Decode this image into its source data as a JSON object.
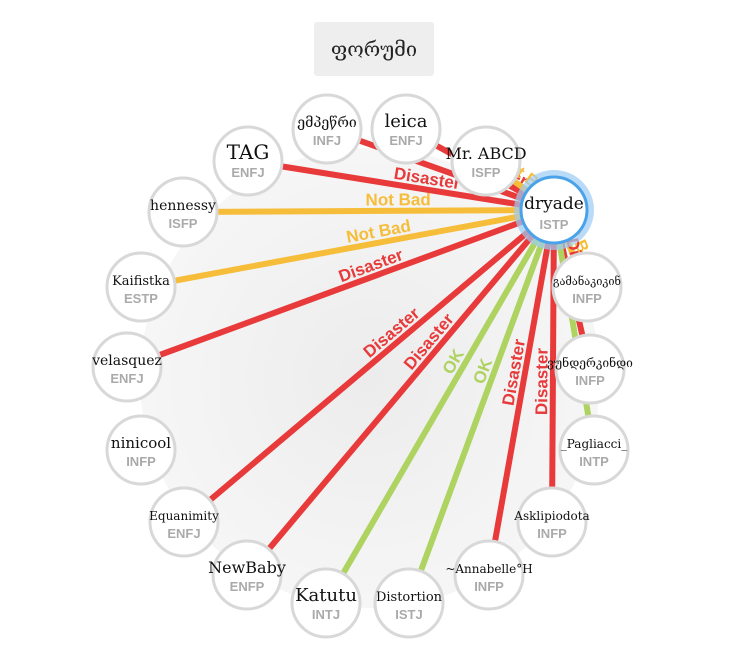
{
  "title": "ფორუმი",
  "center": {
    "name": "dryade",
    "type": "ISTP"
  },
  "colors": {
    "Disaster": "#e83a3a",
    "Not Bad": "#f6bd3a",
    "OK": "#aed361",
    "node_border": "#d8d8d8",
    "center_border": "#4aa3ea"
  },
  "nodes": [
    {
      "name": "ემპეწრი",
      "type": "INFJ"
    },
    {
      "name": "leica",
      "type": "ENFJ"
    },
    {
      "name": "Mr. ABCD",
      "type": "ISFP"
    },
    {
      "name": "გამანაკიკინ",
      "type": "INFP"
    },
    {
      "name": "ვუნდერკინდი",
      "type": "INFP"
    },
    {
      "name": "_Pagliacci_",
      "type": "INTP"
    },
    {
      "name": "Asklipiodota",
      "type": "INFP"
    },
    {
      "name": "~Annabelle°H",
      "type": "INFP"
    },
    {
      "name": "Distortion",
      "type": "ISTJ"
    },
    {
      "name": "Katutu",
      "type": "INTJ"
    },
    {
      "name": "NewBaby",
      "type": "ENFP"
    },
    {
      "name": "Equanimity",
      "type": "ENFJ"
    },
    {
      "name": "ninicool",
      "type": "INFP"
    },
    {
      "name": "velasquez",
      "type": "ENFJ"
    },
    {
      "name": "Kaifistka",
      "type": "ESTP"
    },
    {
      "name": "hennessy",
      "type": "ISFP"
    },
    {
      "name": "TAG",
      "type": "ENFJ"
    }
  ],
  "edges": [
    {
      "to": "ემპეწრი",
      "label": "Disaster"
    },
    {
      "to": "leica",
      "label": "Disaster"
    },
    {
      "to": "Mr. ABCD",
      "label": "Not Bad"
    },
    {
      "to": "გამანაკიკინ",
      "label": "Not Bad"
    },
    {
      "to": "ვუნდერკინდი",
      "label": "Disaster"
    },
    {
      "to": "_Pagliacci_",
      "label": "OK"
    },
    {
      "to": "Asklipiodota",
      "label": "Disaster"
    },
    {
      "to": "~Annabelle°H",
      "label": "Disaster"
    },
    {
      "to": "Distortion",
      "label": "OK"
    },
    {
      "to": "Katutu",
      "label": "OK"
    },
    {
      "to": "NewBaby",
      "label": "Disaster"
    },
    {
      "to": "Equanimity",
      "label": "Disaster"
    },
    {
      "to": "velasquez",
      "label": "Disaster"
    },
    {
      "to": "Kaifistka",
      "label": "Not Bad"
    },
    {
      "to": "hennessy",
      "label": "Not Bad"
    },
    {
      "to": "TAG",
      "label": "Disaster"
    }
  ]
}
